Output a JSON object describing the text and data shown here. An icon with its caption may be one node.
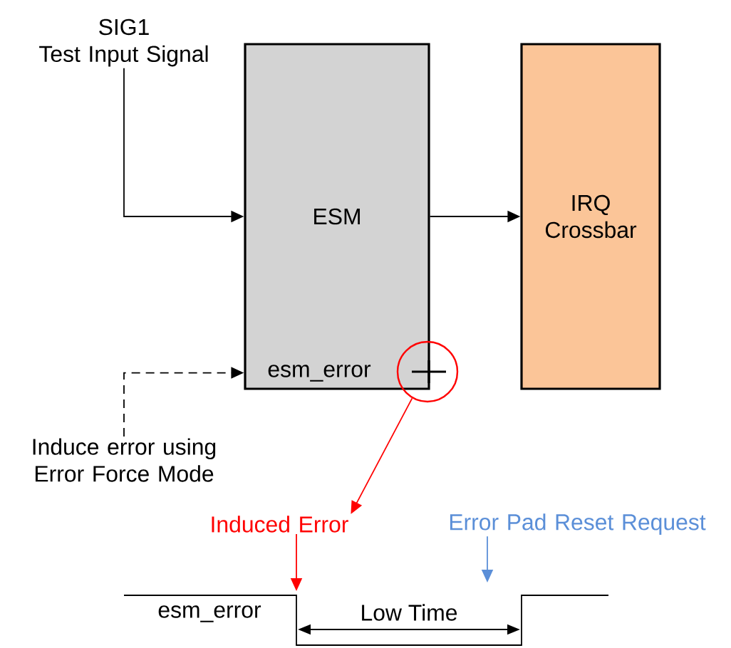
{
  "diagram": {
    "nodes": [
      {
        "text": [
          "SIG1",
          "Test Input Signal"
        ]
      },
      {
        "text": [
          "ESM",
          "esm_error"
        ]
      },
      {
        "text": [
          "IRQ Crossbar"
        ]
      },
      {
        "text": [
          "Induce error using Error Force Mode"
        ]
      },
      {
        "text": [],
        "shape": "circle"
      },
      {
        "text": [
          "Induced Error"
        ]
      },
      {
        "text": [
          "Error Pad Reset Request"
        ]
      }
    ],
    "edges": [
      {
        "from": 0,
        "to": 1,
        "arrow": "to"
      },
      {
        "from": 1,
        "to": 2,
        "arrow": "to"
      },
      {
        "from": 3,
        "to": 1,
        "arrow": "to",
        "style": "dashed"
      },
      {
        "from": 4,
        "to": 5,
        "arrow": "to",
        "color": "#ff0000"
      },
      {
        "from": 5,
        "to": null,
        "arrow": "to",
        "color": "#ff0000"
      },
      {
        "from": 6,
        "to": null,
        "arrow": "to",
        "color": "#5b8fd8"
      }
    ],
    "labels": [
      "esm_error",
      "Low Time"
    ]
  }
}
